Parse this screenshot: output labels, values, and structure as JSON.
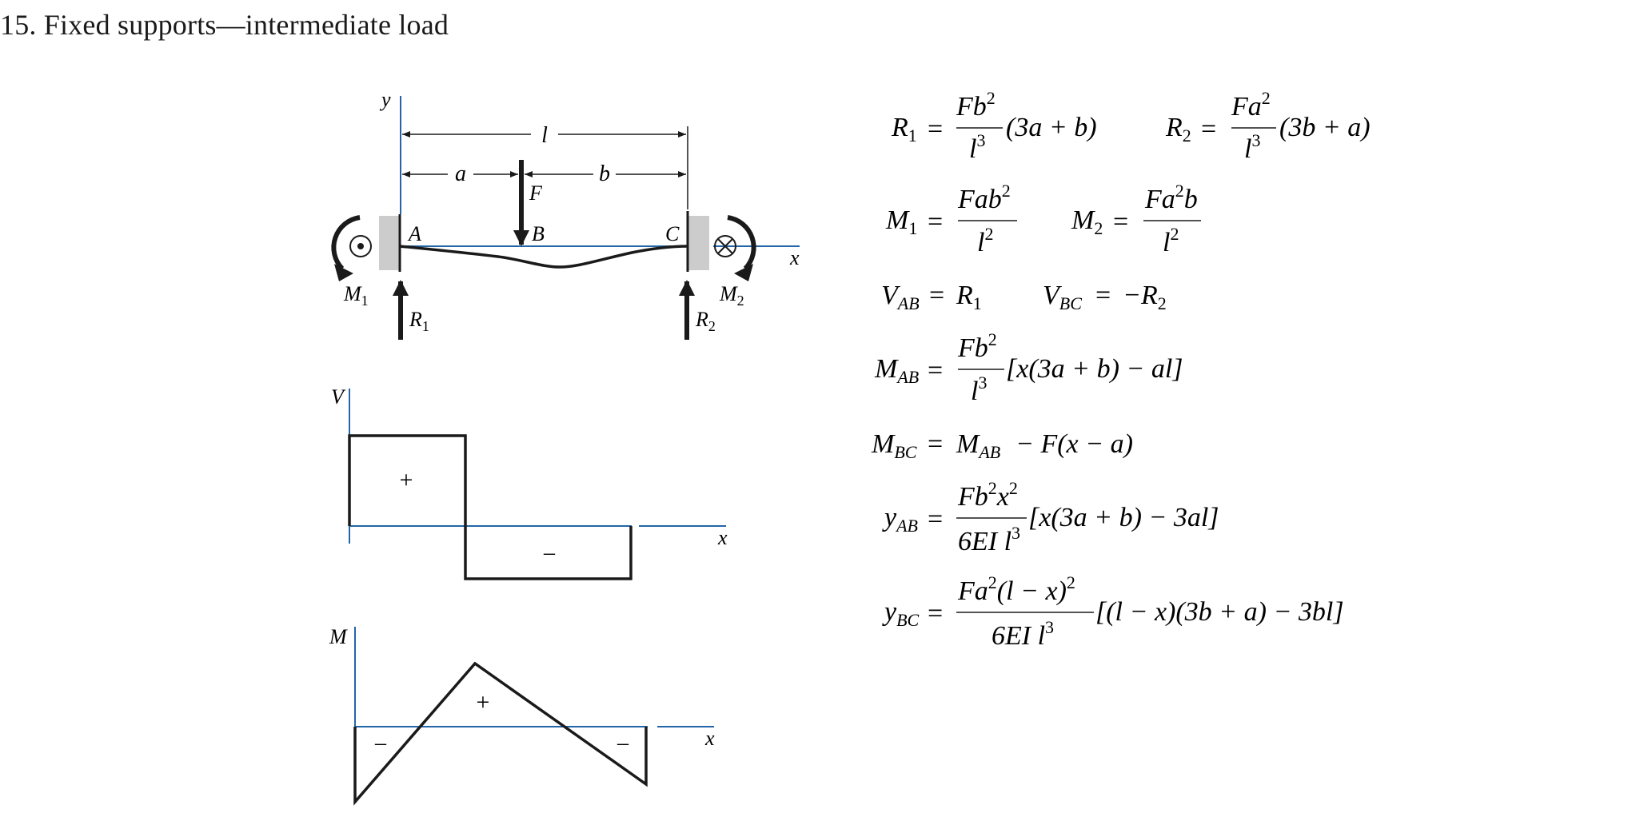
{
  "title": "15. Fixed supports—intermediate load",
  "beam": {
    "y_axis": "y",
    "x_axis": "x",
    "dim_l": "l",
    "dim_a": "a",
    "dim_b": "b",
    "force": "F",
    "point_A": "A",
    "point_B": "B",
    "point_C": "C",
    "moment_left": {
      "base": "M",
      "sub": "1"
    },
    "moment_right": {
      "base": "M",
      "sub": "2"
    },
    "reaction_left": {
      "base": "R",
      "sub": "1"
    },
    "reaction_right": {
      "base": "R",
      "sub": "2"
    }
  },
  "shear_diagram": {
    "axis_v": "V",
    "axis_x": "x",
    "sign_pos": "+",
    "sign_neg": "–"
  },
  "moment_diagram": {
    "axis_m": "M",
    "axis_x": "x",
    "sign_pos": "+",
    "sign_neg_left": "–",
    "sign_neg_right": "–"
  },
  "colors": {
    "axis_blue": "#2266a8",
    "support_gray": "#cccccc",
    "ink": "#1a1a1a"
  },
  "formulas": {
    "r1": {
      "lhs": "R",
      "lhs_sub": "1",
      "num": "Fb",
      "num_sup": "2",
      "den": "l",
      "den_sup": "3",
      "tail": "(3a + b)"
    },
    "r2": {
      "lhs": "R",
      "lhs_sub": "2",
      "num": "Fa",
      "num_sup": "2",
      "den": "l",
      "den_sup": "3",
      "tail": "(3b + a)"
    },
    "m1": {
      "lhs": "M",
      "lhs_sub": "1",
      "num": "Fab",
      "num_sup": "2",
      "den": "l",
      "den_sup": "2"
    },
    "m2": {
      "lhs": "M",
      "lhs_sub": "2",
      "num_a": "Fa",
      "num_sup": "2",
      "num_b": "b",
      "den": "l",
      "den_sup": "2"
    },
    "vab": {
      "lhs": "V",
      "lhs_sub": "AB",
      "rhs": "R",
      "rhs_sub": "1"
    },
    "vbc": {
      "lhs": "V",
      "lhs_sub": "BC",
      "rhs": "−R",
      "rhs_sub": "2"
    },
    "mab": {
      "lhs": "M",
      "lhs_sub": "AB",
      "num": "Fb",
      "num_sup": "2",
      "den": "l",
      "den_sup": "3",
      "tail": "[x(3a + b) − al]"
    },
    "mbc": {
      "lhs": "M",
      "lhs_sub": "BC",
      "rhs": "M",
      "rhs_sub": "AB",
      "tail": "− F(x − a)"
    },
    "yab": {
      "lhs": "y",
      "lhs_sub": "AB",
      "num_a": "Fb",
      "num_sup1": "2",
      "num_b": "x",
      "num_sup2": "2",
      "den": "6EI l",
      "den_sup": "3",
      "tail": "[x(3a + b) − 3al]"
    },
    "ybc": {
      "lhs": "y",
      "lhs_sub": "BC",
      "num_a": "Fa",
      "num_sup1": "2",
      "num_b": "(l − x)",
      "num_sup2": "2",
      "den": "6EI l",
      "den_sup": "3",
      "tail": "[(l − x)(3b + a) − 3bl]"
    }
  }
}
